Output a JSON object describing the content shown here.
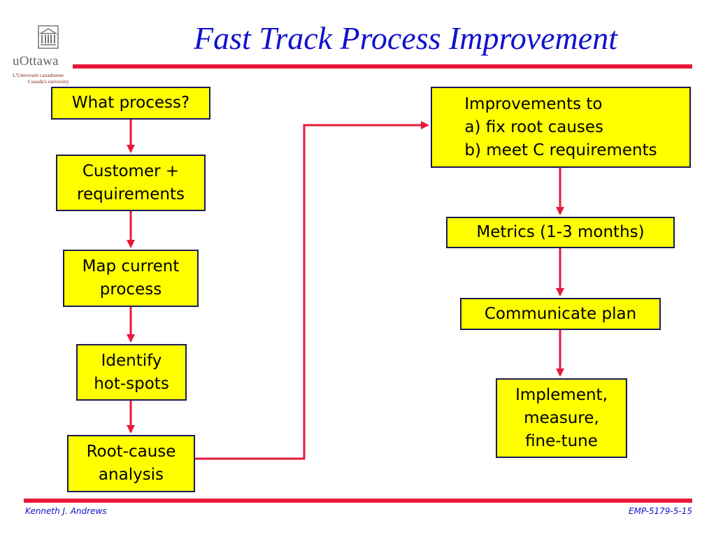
{
  "header": {
    "title": "Fast Track Process Improvement"
  },
  "logo": {
    "icon": "university-building-icon",
    "wordmark": "uOttawa",
    "tagline_fr": "L'Université canadienne",
    "tagline_en": "Canada's university"
  },
  "flow": {
    "left_column": [
      {
        "label": "What process?"
      },
      {
        "label": "Customer +\nrequirements"
      },
      {
        "label": "Map current\nprocess"
      },
      {
        "label": "Identify\nhot-spots"
      },
      {
        "label": "Root-cause\nanalysis"
      }
    ],
    "right_column": [
      {
        "label": "Improvements to\na) fix root causes\n b) meet C requirements"
      },
      {
        "label": "Metrics (1-3 months)"
      },
      {
        "label": "Communicate plan"
      },
      {
        "label": "Implement,\nmeasure,\nfine-tune"
      }
    ],
    "arrow_color": "#e8183c",
    "box_fill": "#ffff00"
  },
  "footer": {
    "author": "Kenneth J. Andrews",
    "code": "EMP-5179-5-15"
  }
}
